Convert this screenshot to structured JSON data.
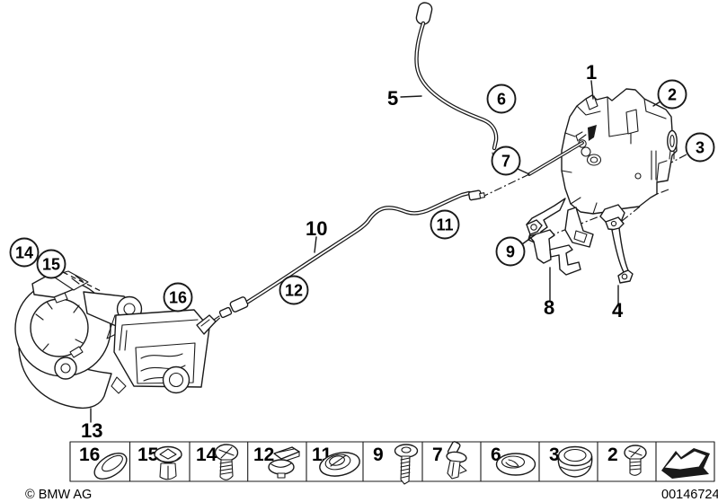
{
  "callouts": {
    "c1": "1",
    "c2": "2",
    "c3": "3",
    "c4": "4",
    "c5": "5",
    "c6": "6",
    "c7": "7",
    "c8": "8",
    "c9": "9",
    "c10": "10",
    "c11": "11",
    "c12": "12",
    "c13": "13",
    "c14": "14",
    "c15": "15",
    "c16": "16"
  },
  "legend": {
    "cells": [
      {
        "number": "16",
        "icon": "oval-eyelet-grommet"
      },
      {
        "number": "15",
        "icon": "expanding-rivet"
      },
      {
        "number": "14",
        "icon": "pan-head-screw"
      },
      {
        "number": "12",
        "icon": "clip-nut"
      },
      {
        "number": "11",
        "icon": "round-grommet"
      },
      {
        "number": "9",
        "icon": "washer-head-screw"
      },
      {
        "number": "7",
        "icon": "plastic-rivet"
      },
      {
        "number": "6",
        "icon": "oval-grommet"
      },
      {
        "number": "3",
        "icon": "rubber-plug"
      },
      {
        "number": "2",
        "icon": "round-head-screw"
      }
    ],
    "arrow": "next-diagram-arrow"
  },
  "footer": {
    "copyright": "© BMW AG",
    "document_number": "00146724"
  },
  "colors": {
    "line": "#1a1a1a",
    "background": "#ffffff"
  }
}
